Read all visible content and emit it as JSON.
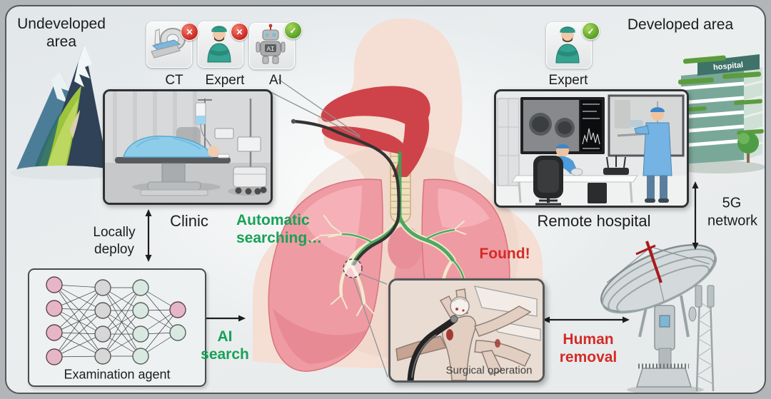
{
  "colors": {
    "green": "#17a257",
    "red": "#d42b26"
  },
  "undeveloped_area": {
    "line1": "Undeveloped",
    "line2": "area"
  },
  "developed_area": {
    "label": "Developed area"
  },
  "modality_cards": [
    {
      "label": "CT",
      "status": "rejected",
      "badge_glyph": "✕"
    },
    {
      "label": "Expert",
      "status": "rejected",
      "badge_glyph": "✕"
    },
    {
      "label": "AI",
      "status": "approved",
      "badge_glyph": "✓"
    }
  ],
  "remote_expert_card": {
    "label": "Expert",
    "status": "approved",
    "badge_glyph": "✓"
  },
  "clinic": {
    "label": "Clinic"
  },
  "locally_deploy": {
    "line1": "Locally",
    "line2": "deploy"
  },
  "examination_agent": {
    "label": "Examination agent"
  },
  "ai_search": {
    "line1": "AI",
    "line2": "search"
  },
  "automatic_searching": {
    "line1": "Automatic",
    "line2": "searching…"
  },
  "found": {
    "label": "Found!"
  },
  "surgical_operation": {
    "label": "Surgical operation"
  },
  "remote_hospital": {
    "label": "Remote hospital"
  },
  "five_g_network": {
    "line1": "5G",
    "line2": "network"
  },
  "human_removal": {
    "line1": "Human",
    "line2": "removal"
  },
  "hospital_building": {
    "sign": "hospital"
  },
  "ai_robot": {
    "chest_label": "AI"
  }
}
